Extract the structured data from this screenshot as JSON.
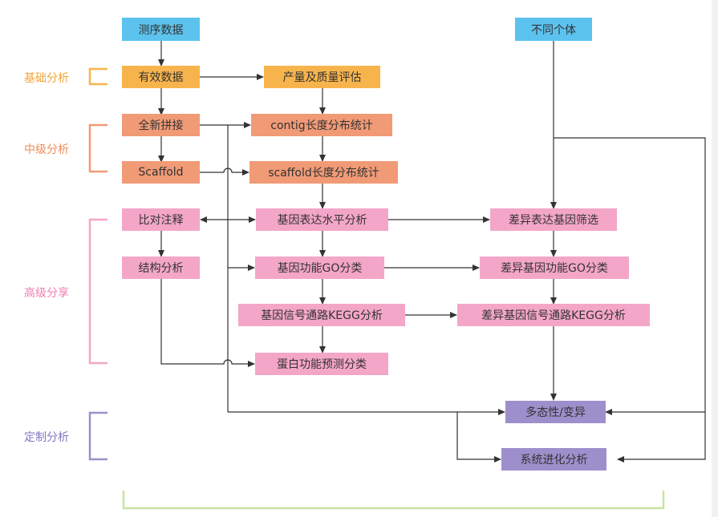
{
  "colors": {
    "blue": "#5cc2ee",
    "yellow": "#f8b44c",
    "orange": "#f19a76",
    "pink": "#f4a6c8",
    "purple": "#9d8fcc",
    "green_bracket": "#c8e3a0",
    "arrow": "#333333"
  },
  "categories": {
    "basic": "基础分析",
    "intermediate": "中级分析",
    "advanced": "高级分享",
    "custom": "定制分析"
  },
  "nodes": {
    "seq_data": "测序数据",
    "diff_individuals": "不同个体",
    "valid_data": "有效数据",
    "yield_quality": "产量及质量评估",
    "de_novo_assembly": "全新拼接",
    "contig_stats": "contig长度分布统计",
    "scaffold": "Scaffold",
    "scaffold_stats": "scaffold长度分布统计",
    "alignment_annotation": "比对注释",
    "gene_expression": "基因表达水平分析",
    "diff_gene_screen": "差异表达基因筛选",
    "structure_analysis": "结构分析",
    "go_classification": "基因功能GO分类",
    "diff_go_classification": "差异基因功能GO分类",
    "kegg_analysis": "基因信号通路KEGG分析",
    "diff_kegg_analysis": "差异基因信号通路KEGG分析",
    "protein_prediction": "蛋白功能预测分类",
    "polymorphism": "多态性/变异",
    "phylogenetic": "系统进化分析"
  }
}
